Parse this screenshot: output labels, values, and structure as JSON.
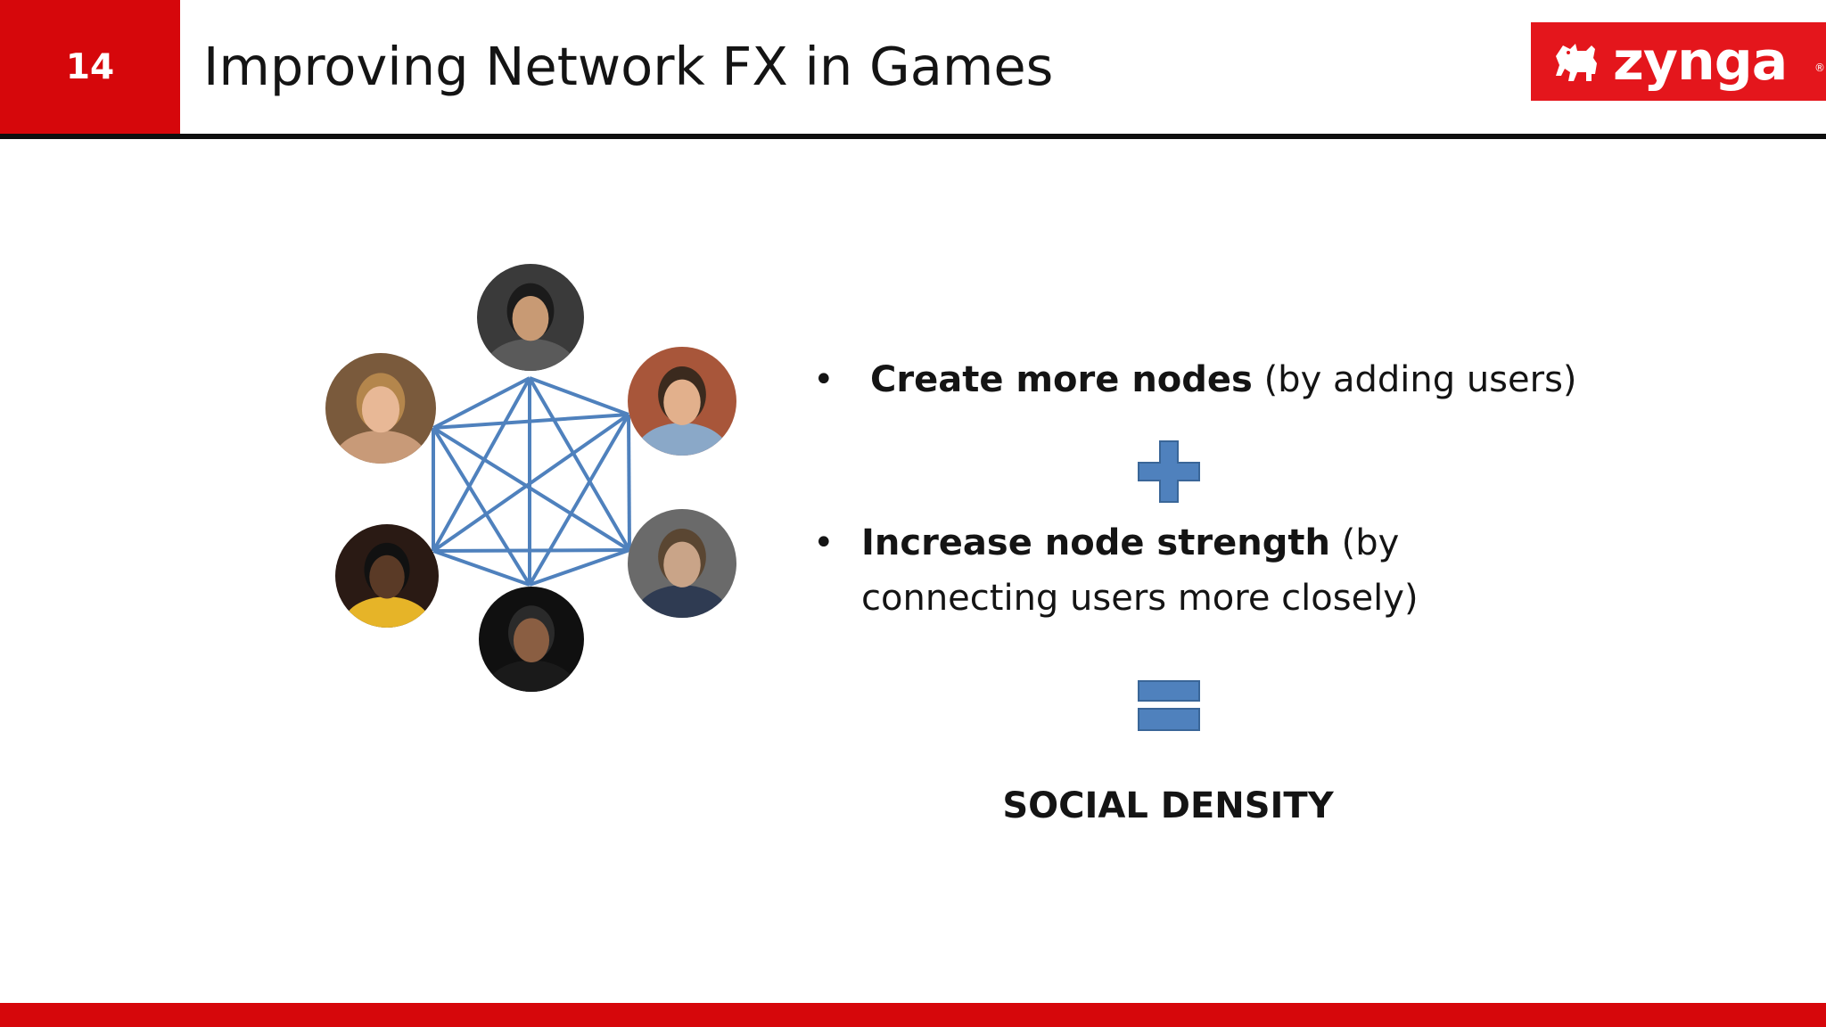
{
  "slide": {
    "number": "14",
    "title": "Improving Network FX in Games"
  },
  "brand": {
    "logo_text": "zynga",
    "registered": "®",
    "red": "#d6070b",
    "logo_red": "#e4161c",
    "network_blue": "#4f81bd"
  },
  "bullets": [
    {
      "marker": "•",
      "bold": "Create more nodes",
      "rest": " (by adding users)"
    },
    {
      "marker": "•",
      "bold": "Increase node strength",
      "rest": " (by connecting users more closely)"
    }
  ],
  "result": "SOCIAL DENSITY",
  "icons": {
    "plus": "plus-icon",
    "equals": "equals-icon",
    "logo_mascot": "dog-icon"
  }
}
